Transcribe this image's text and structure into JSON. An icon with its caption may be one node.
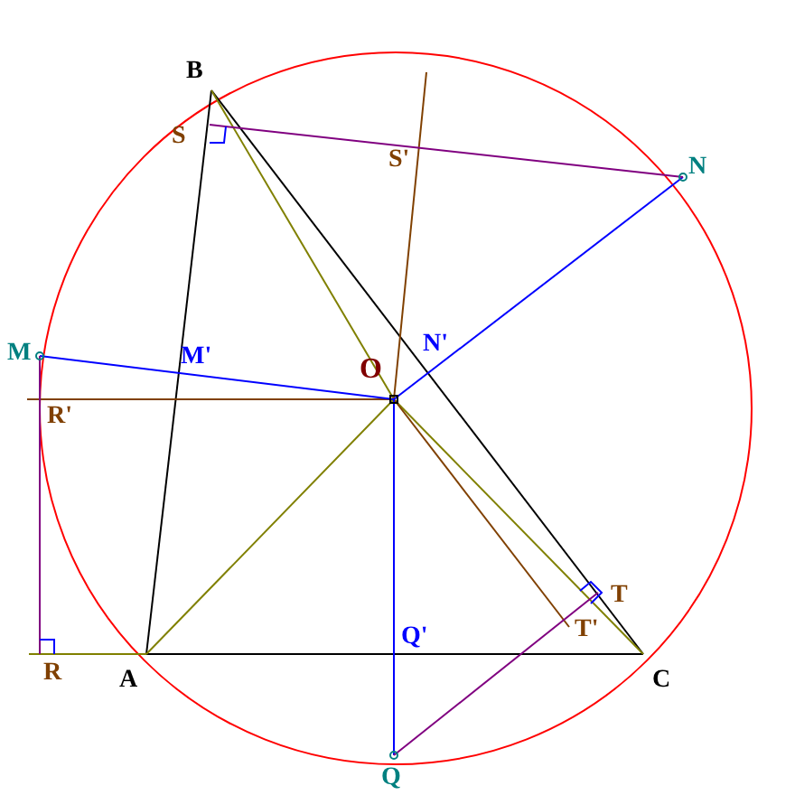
{
  "diagram": {
    "labels": [
      "B",
      "S",
      "S'",
      "N",
      "M",
      "M'",
      "O",
      "N'",
      "R'",
      "T",
      "T'",
      "R",
      "A",
      "Q'",
      "C",
      "Q"
    ]
  }
}
